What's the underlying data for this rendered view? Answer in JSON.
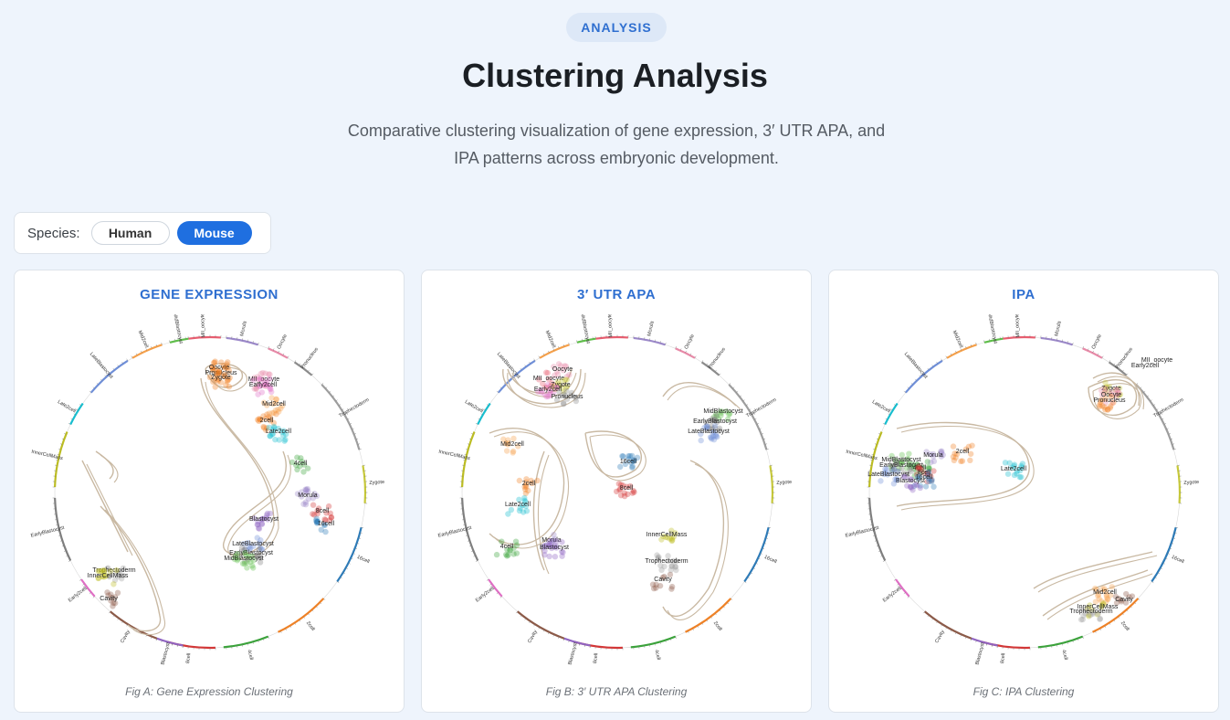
{
  "header": {
    "badge": "ANALYSIS",
    "title": "Clustering Analysis",
    "subtitle_line1": "Comparative clustering visualization of gene expression, 3′ UTR APA, and",
    "subtitle_line2": "IPA patterns across embryonic development."
  },
  "species": {
    "label": "Species:",
    "options": [
      "Human",
      "Mouse"
    ],
    "selected": "Mouse"
  },
  "ring_segments": [
    {
      "name": "MII_oocyte",
      "color": "#e85d6f"
    },
    {
      "name": "Morula",
      "color": "#9b88c9"
    },
    {
      "name": "Oocyte",
      "color": "#e88aa8"
    },
    {
      "name": "Pronucleus",
      "color": "#8c8c8c"
    },
    {
      "name": "Trophectoderm",
      "color": "#9e9e9e"
    },
    {
      "name": "Zygote",
      "color": "#c7c93a"
    },
    {
      "name": "16cell",
      "color": "#2d7bb8"
    },
    {
      "name": "2cell",
      "color": "#f08226"
    },
    {
      "name": "4cell",
      "color": "#3aa33a"
    },
    {
      "name": "8cell",
      "color": "#d43636"
    },
    {
      "name": "Blastocyst",
      "color": "#9064c2"
    },
    {
      "name": "Cavity",
      "color": "#8c5a48"
    },
    {
      "name": "Early2cell",
      "color": "#e06fc5"
    },
    {
      "name": "EarlyBlastocyst",
      "color": "#7f7f7f"
    },
    {
      "name": "InnerCellMass",
      "color": "#bcbd22"
    },
    {
      "name": "Late2cell",
      "color": "#17becf"
    },
    {
      "name": "LateBlastocyst",
      "color": "#6f8fd8"
    },
    {
      "name": "Mid2cell",
      "color": "#f5a04a"
    },
    {
      "name": "MidBlastocyst",
      "color": "#5fbf4a"
    }
  ],
  "panels": [
    {
      "title": "GENE EXPRESSION",
      "caption": "Fig A: Gene Expression Clustering",
      "clusters": [
        {
          "label": "Oocyte",
          "color": "#f08226"
        },
        {
          "label": "Pronucleus",
          "color": "#f08226"
        },
        {
          "label": "Zygote",
          "color": "#f08226"
        },
        {
          "label": "MII_oocyte",
          "color": "#e88aa8"
        },
        {
          "label": "Early2cell",
          "color": "#e06fc5"
        },
        {
          "label": "Mid2cell",
          "color": "#f5a04a"
        },
        {
          "label": "2cell",
          "color": "#f08226"
        },
        {
          "label": "Late2cell",
          "color": "#17becf"
        },
        {
          "label": "4cell",
          "color": "#3aa33a"
        },
        {
          "label": "Morula",
          "color": "#9b88c9"
        },
        {
          "label": "8cell",
          "color": "#d43636"
        },
        {
          "label": "16cell",
          "color": "#2d7bb8"
        },
        {
          "label": "Blastocyst",
          "color": "#9064c2"
        },
        {
          "label": "LateBlastocyst",
          "color": "#6f8fd8"
        },
        {
          "label": "EarlyBlastocyst",
          "color": "#7f7f7f"
        },
        {
          "label": "MidBlastocyst",
          "color": "#5fbf4a"
        },
        {
          "label": "Trophectoderm",
          "color": "#9e9e9e"
        },
        {
          "label": "InnerCellMass",
          "color": "#bcbd22"
        },
        {
          "label": "Cavity",
          "color": "#8c5a48"
        }
      ]
    },
    {
      "title": "3′ UTR APA",
      "caption": "Fig B: 3′ UTR APA Clustering",
      "clusters": [
        {
          "label": "Oocyte",
          "color": "#e88aa8"
        },
        {
          "label": "MII_oocyte",
          "color": "#e85d6f"
        },
        {
          "label": "Zygote",
          "color": "#c7c93a"
        },
        {
          "label": "Early2cell",
          "color": "#e06fc5"
        },
        {
          "label": "Pronucleus",
          "color": "#8c8c8c"
        },
        {
          "label": "MidBlastocyst",
          "color": "#5fbf4a"
        },
        {
          "label": "EarlyBlastocyst",
          "color": "#7f7f7f"
        },
        {
          "label": "LateBlastocyst",
          "color": "#6f8fd8"
        },
        {
          "label": "Mid2cell",
          "color": "#f5a04a"
        },
        {
          "label": "16cell",
          "color": "#2d7bb8"
        },
        {
          "label": "2cell",
          "color": "#f08226"
        },
        {
          "label": "8cell",
          "color": "#d43636"
        },
        {
          "label": "Late2cell",
          "color": "#17becf"
        },
        {
          "label": "InnerCellMass",
          "color": "#bcbd22"
        },
        {
          "label": "Morula",
          "color": "#9b88c9"
        },
        {
          "label": "Blastocyst",
          "color": "#9064c2"
        },
        {
          "label": "4cell",
          "color": "#3aa33a"
        },
        {
          "label": "Trophectoderm",
          "color": "#9e9e9e"
        },
        {
          "label": "Cavity",
          "color": "#8c5a48"
        }
      ]
    },
    {
      "title": "IPA",
      "caption": "Fig C: IPA Clustering",
      "clusters": [
        {
          "label": "MII_oocyte",
          "color": "#e85d6f"
        },
        {
          "label": "Early2cell",
          "color": "#e06fc5"
        },
        {
          "label": "Zygote",
          "color": "#c7c93a"
        },
        {
          "label": "Oocyte",
          "color": "#e88aa8"
        },
        {
          "label": "Pronucleus",
          "color": "#f08226"
        },
        {
          "label": "Morula",
          "color": "#9b88c9"
        },
        {
          "label": "2cell",
          "color": "#f08226"
        },
        {
          "label": "MidBlastocyst",
          "color": "#5fbf4a"
        },
        {
          "label": "4cell",
          "color": "#3aa33a"
        },
        {
          "label": "EarlyBlastocyst",
          "color": "#7f7f7f"
        },
        {
          "label": "8cell",
          "color": "#d43636"
        },
        {
          "label": "16cell",
          "color": "#2d7bb8"
        },
        {
          "label": "LateBlastocyst",
          "color": "#6f8fd8"
        },
        {
          "label": "Blastocyst",
          "color": "#9064c2"
        },
        {
          "label": "Late2cell",
          "color": "#17becf"
        },
        {
          "label": "Mid2cell",
          "color": "#f5a04a"
        },
        {
          "label": "Cavity",
          "color": "#8c5a48"
        },
        {
          "label": "InnerCellMass",
          "color": "#bcbd22"
        },
        {
          "label": "Trophectoderm",
          "color": "#9e9e9e"
        }
      ]
    }
  ]
}
